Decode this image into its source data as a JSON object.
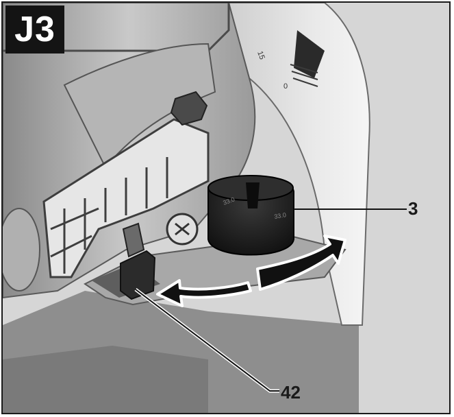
{
  "figure": {
    "label": "J3",
    "callouts": [
      {
        "id": "3",
        "text": "3"
      },
      {
        "id": "42",
        "text": "42"
      }
    ],
    "block_markings": [
      "33.0",
      "33.0"
    ],
    "scale_markings": [
      "15",
      "0"
    ]
  }
}
